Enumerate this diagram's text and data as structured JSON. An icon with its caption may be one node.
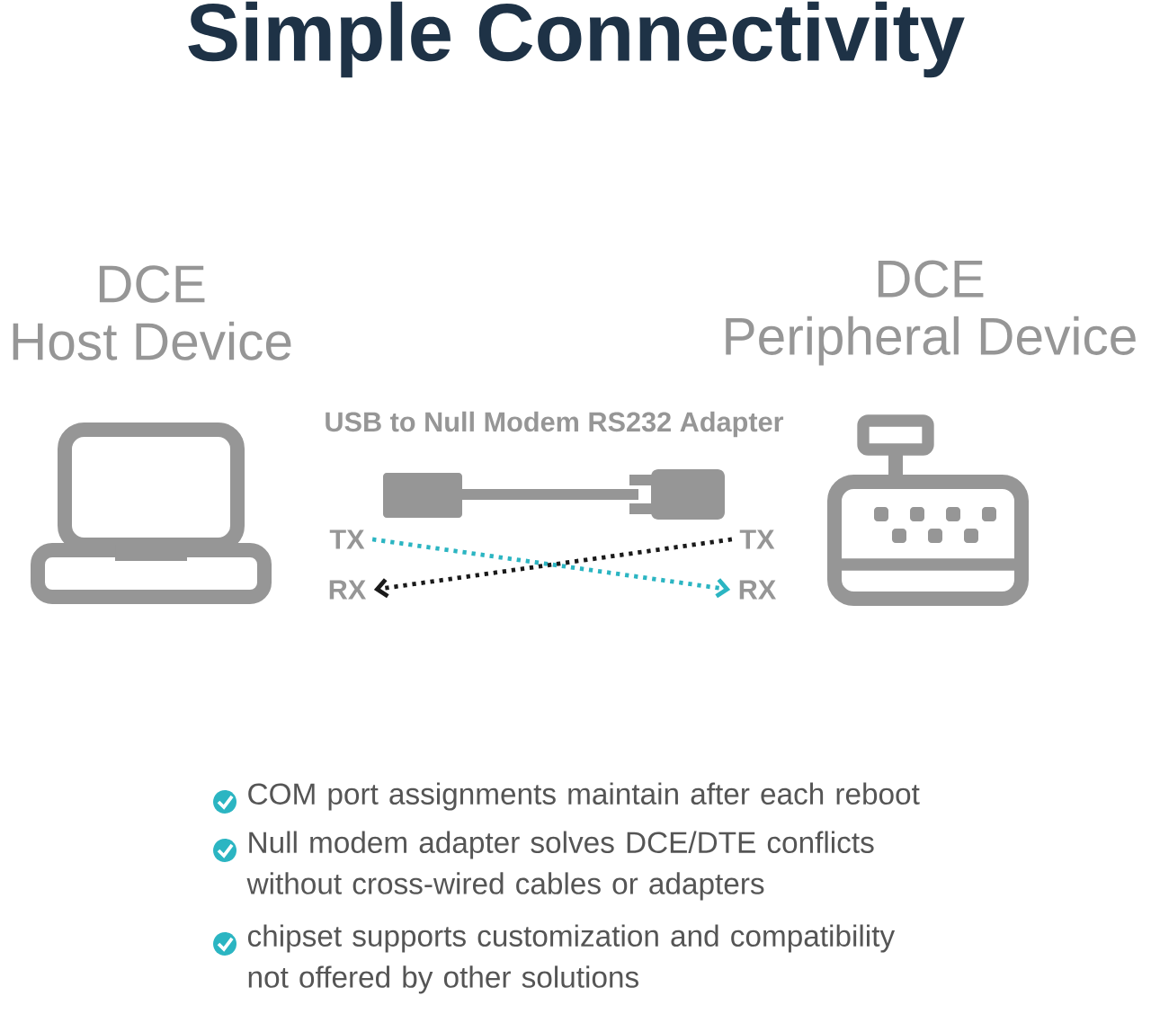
{
  "diagram": {
    "title": "Simple Connectivity",
    "nodes": [
      {
        "text": [
          "TX"
        ]
      },
      {
        "text": [
          "RX"
        ]
      },
      {
        "text": [
          "TX"
        ]
      },
      {
        "text": [
          "RX"
        ]
      }
    ],
    "edges": [
      {
        "from": 0,
        "to": 3,
        "arrow": "to",
        "style": "dashed",
        "color": "#2bb5c2"
      },
      {
        "from": 2,
        "to": 1,
        "arrow": "to",
        "style": "dashed",
        "color": "#1a1a1a"
      }
    ],
    "labels": [
      "DCE Host Device",
      "USB to Null Modem RS232 Adapter",
      "DCE Peripheral Device",
      "COM port assignments maintain after each reboot",
      "Null modem adapter solves DCE/DTE conflicts without cross-wired cables or adapters",
      "chipset supports customization and compatibility not offered by other solutions"
    ]
  }
}
